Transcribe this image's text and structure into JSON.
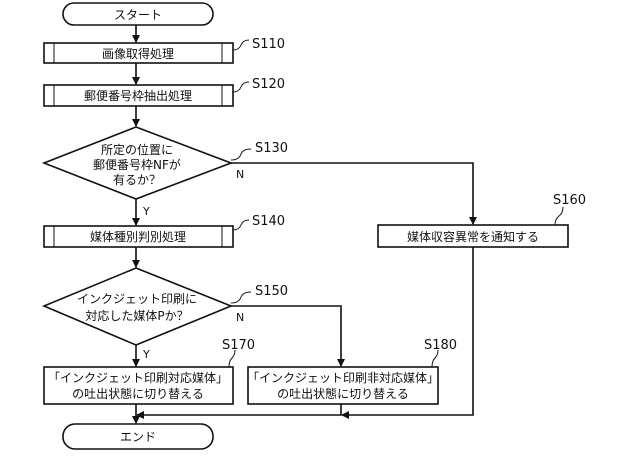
{
  "flowchart": {
    "start": "スタート",
    "end": "エンド",
    "s110": {
      "id": "S110",
      "text": "画像取得処理"
    },
    "s120": {
      "id": "S120",
      "text": "郵便番号枠抽出処理"
    },
    "s130": {
      "id": "S130",
      "lines": [
        "所定の位置に",
        "郵便番号枠NFが",
        "有るか？"
      ],
      "yes": "Y",
      "no": "N"
    },
    "s140": {
      "id": "S140",
      "text": "媒体種別判別処理"
    },
    "s150": {
      "id": "S150",
      "lines": [
        "インクジェット印刷に",
        "対応した媒体Pか？"
      ],
      "yes": "Y",
      "no": "N"
    },
    "s160": {
      "id": "S160",
      "text": "媒体収容異常を通知する"
    },
    "s170": {
      "id": "S170",
      "lines": [
        "「インクジェット印刷対応媒体」",
        "の吐出状態に切り替える"
      ]
    },
    "s180": {
      "id": "S180",
      "lines": [
        "「インクジェット印刷非対応媒体」",
        "の吐出状態に切り替える"
      ]
    }
  }
}
